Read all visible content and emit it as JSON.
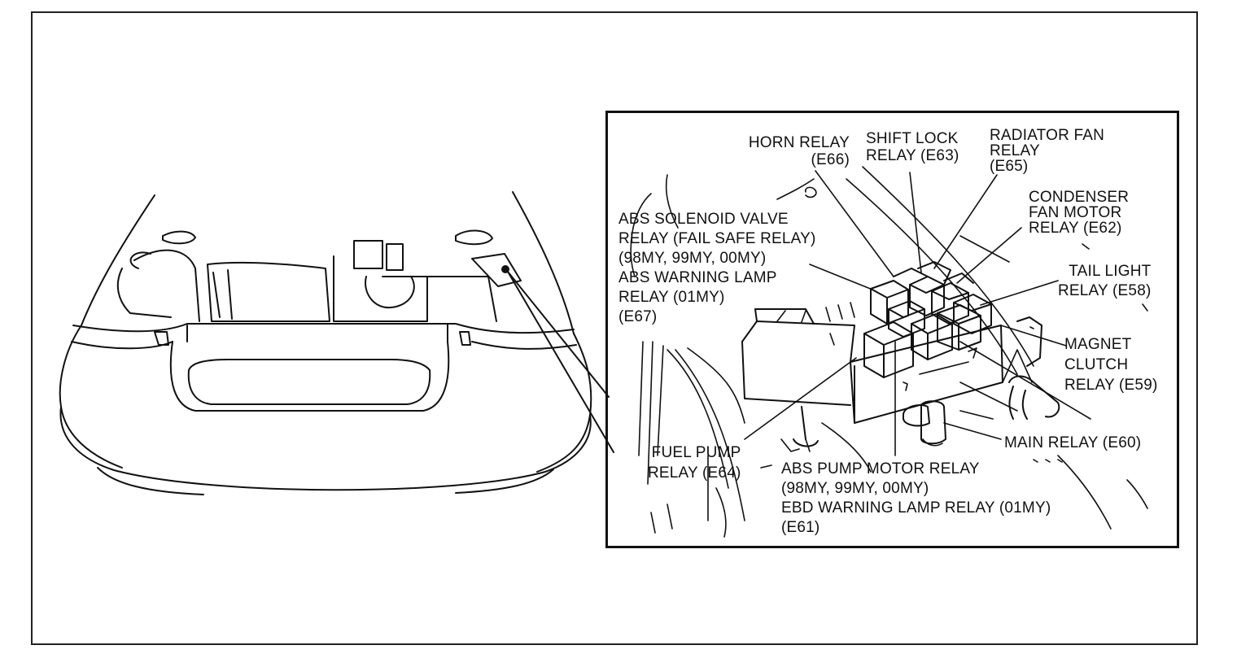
{
  "labels": {
    "horn": "HORN RELAY\n(E66)",
    "shift_lock": "SHIFT LOCK\nRELAY (E63)",
    "radiator_fan": "RADIATOR FAN\nRELAY\n(E65)",
    "condenser": "CONDENSER\nFAN MOTOR\nRELAY (E62)",
    "tail_light": "TAIL LIGHT\nRELAY (E58)",
    "magnet_clutch": "MAGNET\nCLUTCH\nRELAY (E59)",
    "main_relay": "MAIN RELAY (E60)",
    "abs_solenoid": "ABS SOLENOID VALVE\nRELAY (FAIL SAFE RELAY)\n(98MY, 99MY, 00MY)\nABS WARNING LAMP\nRELAY (01MY)\n(E67)",
    "fuel_pump": "FUEL PUMP\nRELAY (E64)",
    "abs_pump": "ABS PUMP MOTOR RELAY\n(98MY, 99MY, 00MY)\nEBD WARNING LAMP RELAY (01MY)\n(E61)"
  }
}
